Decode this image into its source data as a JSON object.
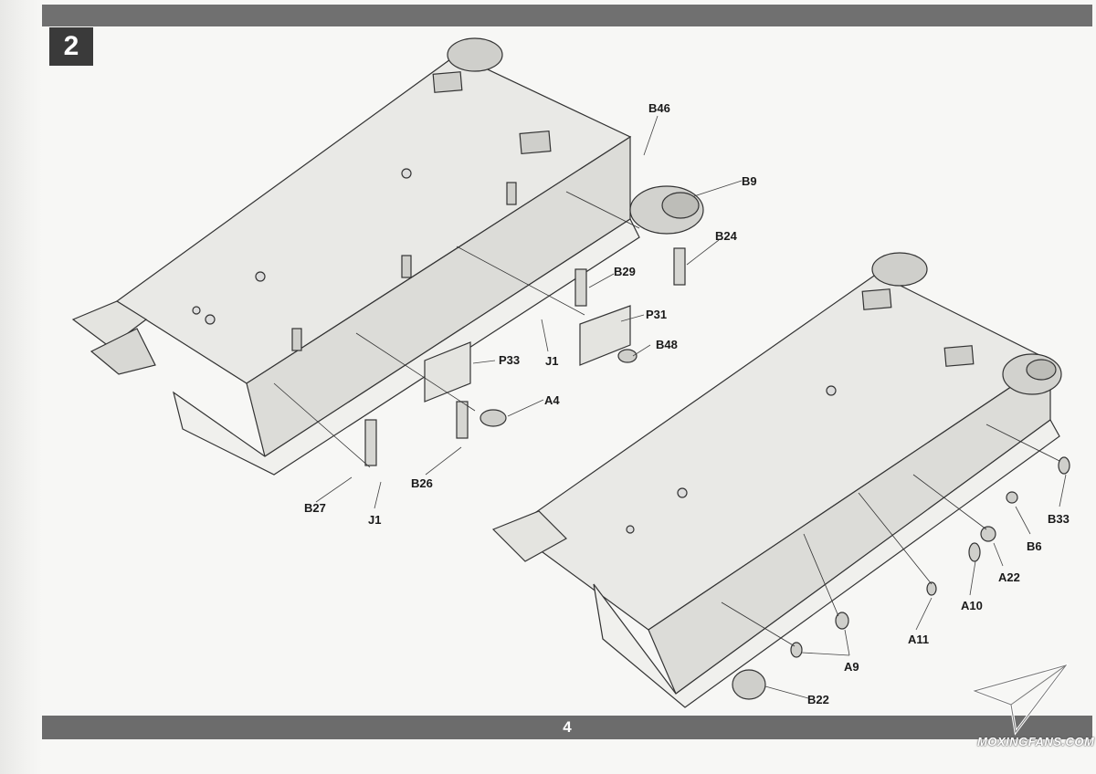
{
  "step_number": "2",
  "page_number": "4",
  "callouts_left": {
    "b46": "B46",
    "b9": "B9",
    "b24": "B24",
    "b29": "B29",
    "p31": "P31",
    "b48": "B48",
    "j1_a": "J1",
    "p33": "P33",
    "a4": "A4",
    "b26": "B26",
    "b27": "B27",
    "j1_b": "J1"
  },
  "callouts_right": {
    "b33": "B33",
    "b6": "B6",
    "a22": "A22",
    "a10": "A10",
    "a11": "A11",
    "a9": "A9",
    "b22": "B22"
  },
  "watermark": {
    "text": "MOXINGFANS.COM",
    "icon": "paper-plane-icon"
  },
  "colors": {
    "bar": "#6c6c6c",
    "step_box": "#3a3a3a",
    "hull": "#e9e9e7",
    "line": "#333333"
  }
}
